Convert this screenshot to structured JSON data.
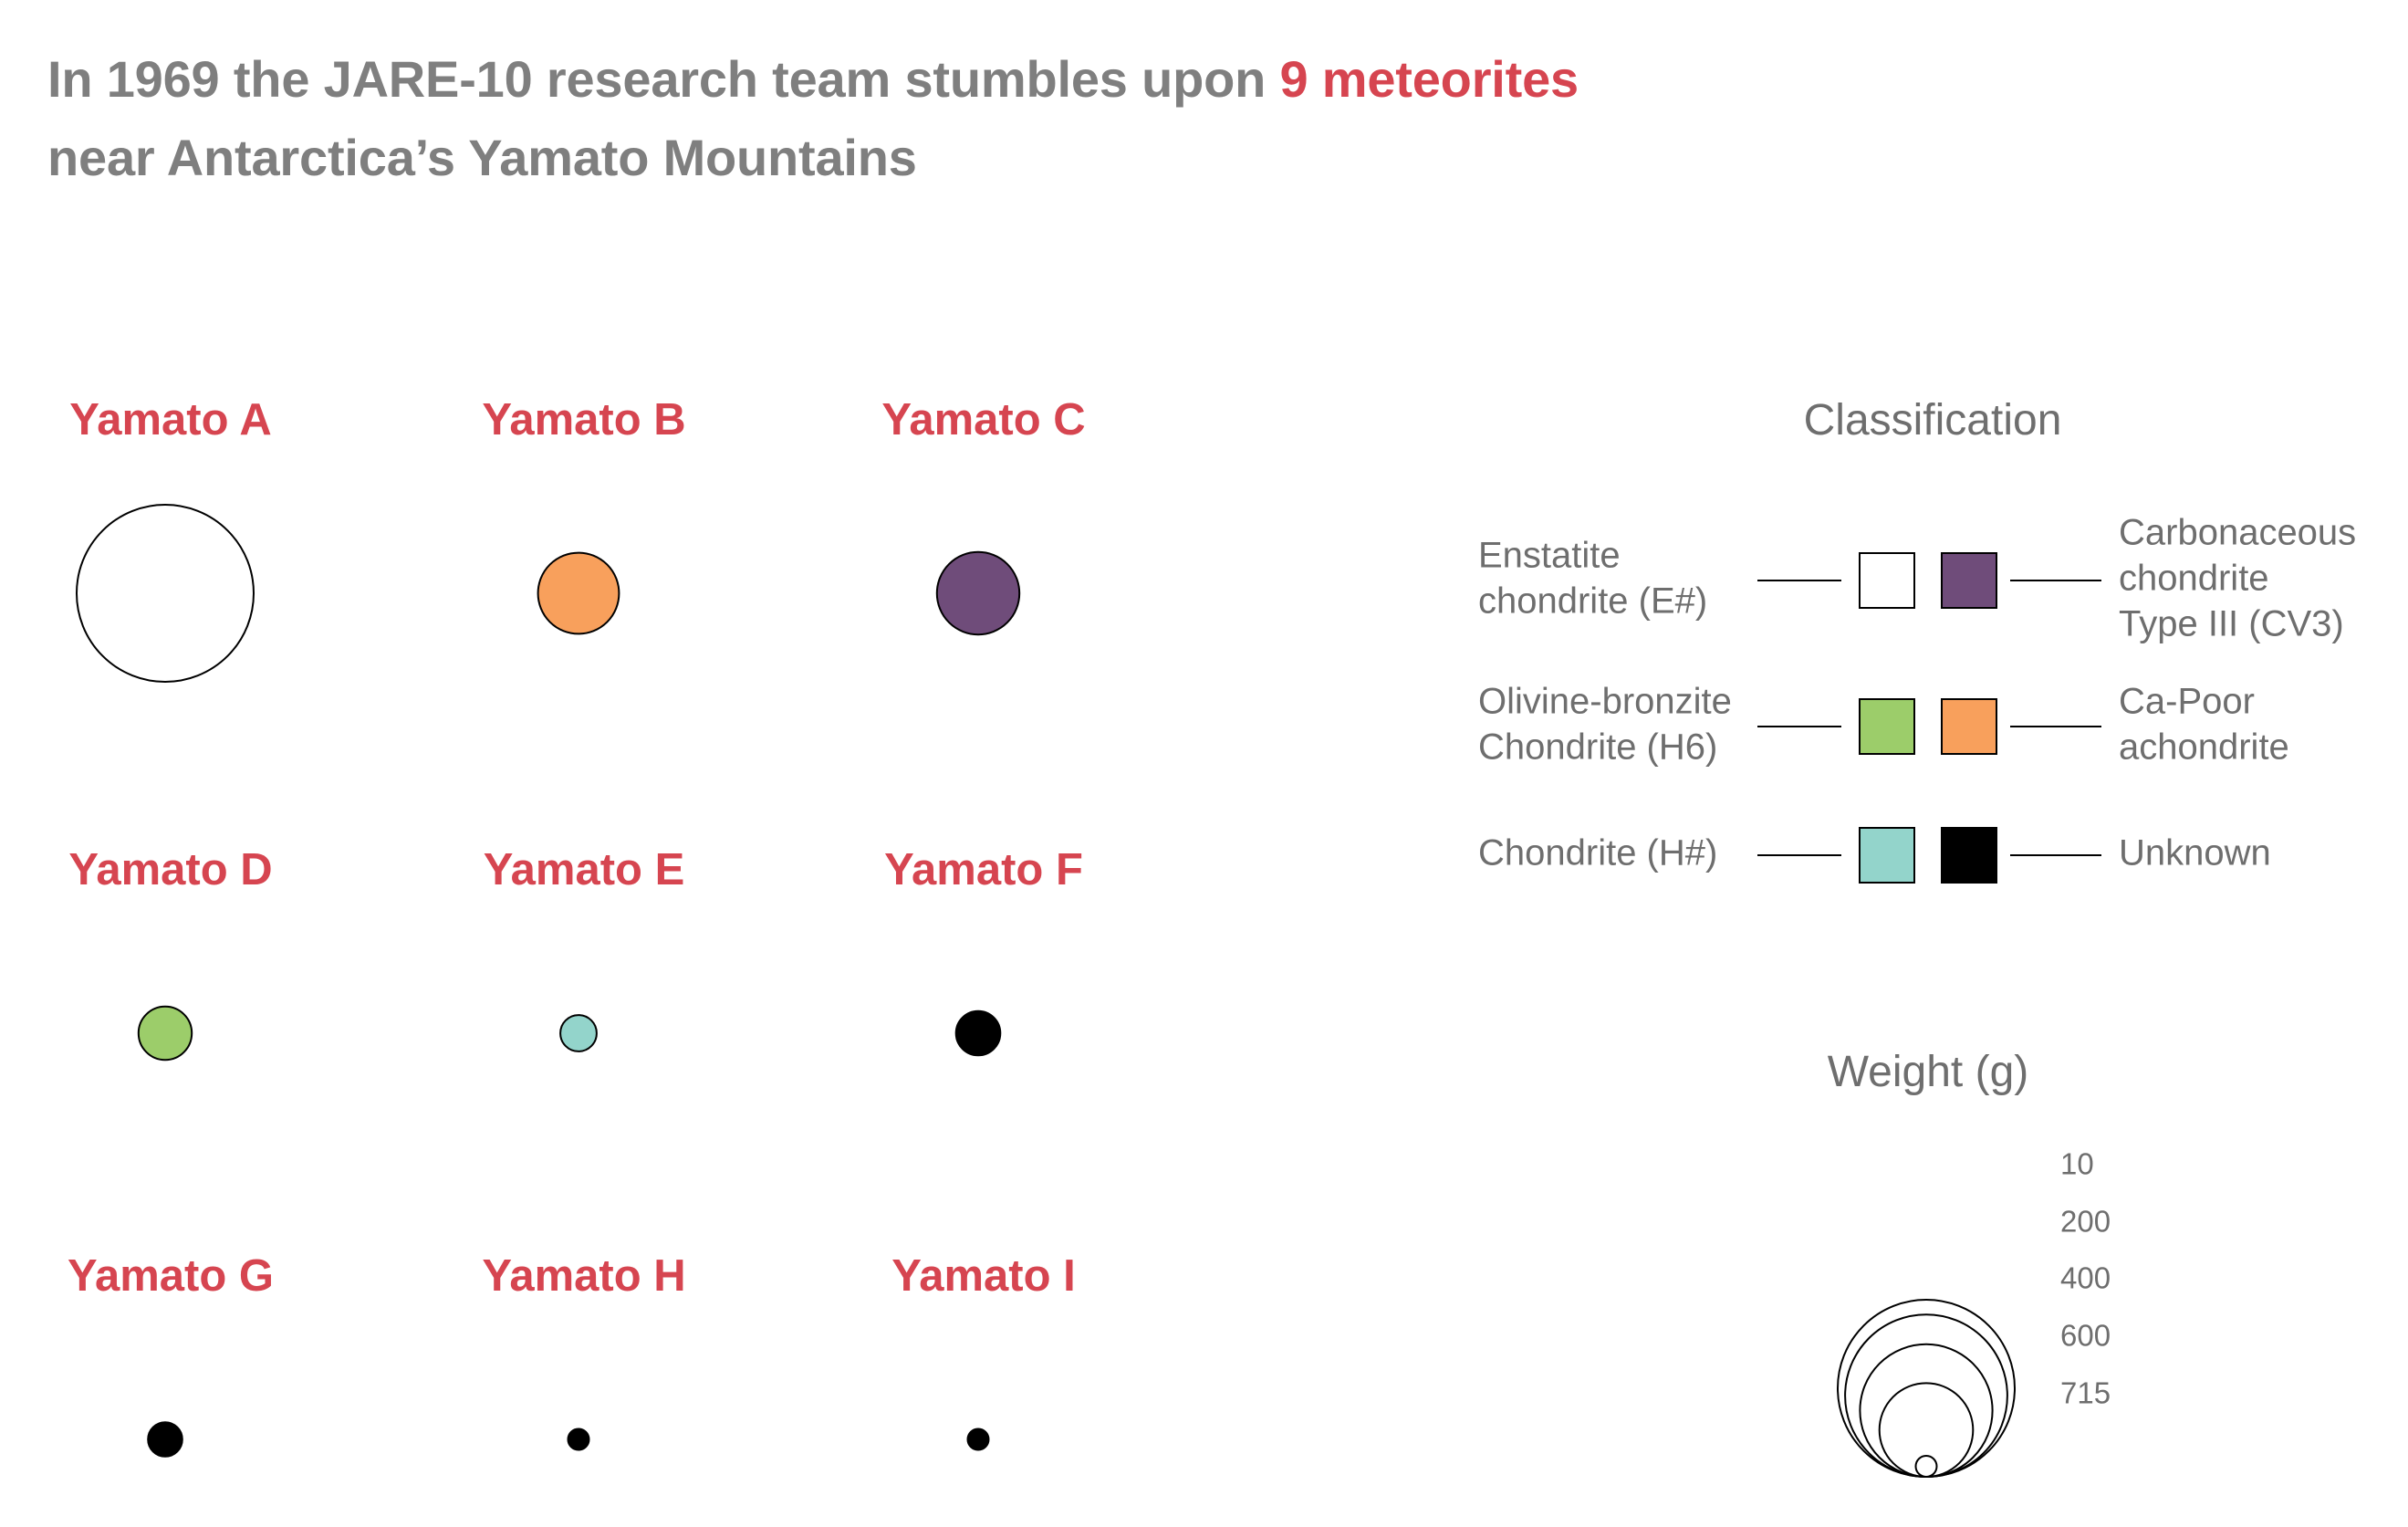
{
  "headline": {
    "line1_prefix": "In 1969 the JARE-10 research team stumbles upon",
    "highlight": "9 meteorites",
    "line2": "near Antarctica’s Yamato Mountains"
  },
  "colors": {
    "highlight": "#d64550",
    "text_gray": "#7f7f7f",
    "enstatite": "#ffffff",
    "carbonaceous": "#6f4c7a",
    "olivine_bronzite": "#9ccd6a",
    "ca_poor": "#f8a05c",
    "chondrite": "#93d4cb",
    "unknown": "#000000"
  },
  "chart_data": {
    "type": "bubble-grid",
    "meteorites": [
      {
        "name": "Yamato A",
        "classification": "Enstatite chondrite (E#)",
        "weight_g": 715
      },
      {
        "name": "Yamato B",
        "classification": "Ca-Poor achondrite",
        "weight_g": 150
      },
      {
        "name": "Yamato C",
        "classification": "Carbonaceous chondrite Type III (CV3)",
        "weight_g": 155
      },
      {
        "name": "Yamato D",
        "classification": "Olivine-bronzite Chondrite (H6)",
        "weight_g": 65
      },
      {
        "name": "Yamato E",
        "classification": "Chondrite (H#)",
        "weight_g": 30
      },
      {
        "name": "Yamato F",
        "classification": "Unknown",
        "weight_g": 45
      },
      {
        "name": "Yamato G",
        "classification": "Unknown",
        "weight_g": 27
      },
      {
        "name": "Yamato H",
        "classification": "Unknown",
        "weight_g": 10
      },
      {
        "name": "Yamato I",
        "classification": "Unknown",
        "weight_g": 10
      }
    ],
    "classification_legend": {
      "title": "Classification",
      "left": [
        {
          "lines": [
            "Enstatite",
            "chondrite (E#)"
          ],
          "color": "#ffffff"
        },
        {
          "lines": [
            "Olivine-bronzite",
            "Chondrite (H6)"
          ],
          "color": "#9ccd6a"
        },
        {
          "lines": [
            "Chondrite (H#)"
          ],
          "color": "#93d4cb"
        }
      ],
      "right": [
        {
          "lines": [
            "Carbonaceous",
            "chondrite",
            "Type III (CV3)"
          ],
          "color": "#6f4c7a"
        },
        {
          "lines": [
            "Ca-Poor",
            "achondrite"
          ],
          "color": "#f8a05c"
        },
        {
          "lines": [
            "Unknown"
          ],
          "color": "#000000"
        }
      ]
    },
    "weight_legend": {
      "title": "Weight (g)",
      "values": [
        10,
        200,
        400,
        600,
        715
      ],
      "labels": [
        "10",
        "200",
        "400",
        "600",
        "715"
      ]
    }
  }
}
